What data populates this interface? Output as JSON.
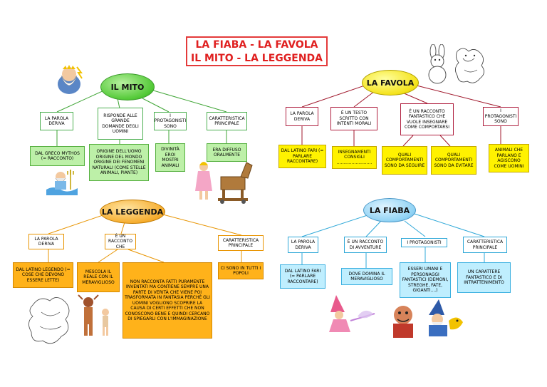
{
  "title": {
    "line1": "LA FIABA - LA FAVOLA",
    "line2": "IL MITO - LA LEGGENDA"
  },
  "mito": {
    "header": "IL MITO",
    "col1_label": "LA PAROLA DERIVA",
    "col1_value": "DAL GRECO MYTHOS (= RACCONTO)",
    "col2_label": "RISPONDE ALLE GRANDE DOMANDE DEGLI UOMINI",
    "col2_value": "ORIGINE DELL'UOMO ORIGINE DEL MONDO ORIGINE DEI FENOMENI NATURALI (COME STELLE ANIMALI, PIANTE)",
    "col3_label": "I PROTAGONISTI SONO",
    "col3_value": "DIVINITÀ EROI MOSTRI ANIMALI",
    "col4_label": "CARATTERISTICA PRINCIPALE",
    "col4_value": "ERA DIFFUSO ORALMENTE"
  },
  "favola": {
    "header": "LA FAVOLA",
    "col1_label": "LA PAROLA DERIVA",
    "col1_value": "DAL LATINO FARI (= PARLARE RACCONTARE)",
    "col2_label": "È UN TESTO SCRITTO CON INTENTI MORALI",
    "col2_value": "INSEGNAMENTI CONSIGLI ..........................",
    "col3_label": "È UN RACCONTO FANTASTICO CHE VUOLE INSEGNARE COME COMPORTARSI",
    "col3_value_a": "QUALI COMPORTAMENTI SONO DA SEGUIRE",
    "col3_value_b": "QUALI COMPORTAMENTI SONO DA EVITARE",
    "col4_label": "I PROTAGONISTI SONO",
    "col4_value": "ANIMALI CHE PARLANO E AGISCONO COME UOMINI"
  },
  "leggenda": {
    "header": "LA LEGGENDA",
    "col1_label": "LA PAROLA DERIVA",
    "col1_value": "DAL LATINO LEGENDO (= COSE CHE DEVONO ESSERE LETTE)",
    "col2_label": "È UN RACCONTO CHE",
    "col2_value_a": "MESCOLA IL REALE CON IL MERAVIGLIOSO",
    "col2_value_b": "NON RACCONTA FATTI PURAMENTE INVENTATI MA CONTIENE SEMPRE UNA PARTE DI VERITÀ CHE VIENE POI TRASFORMATA IN FANTASIA PERCHÉ GLI UOMINI VOGLIONO SCOPRIRE LA CAUSA DI CERTI EFFETTI CHE NON CONOSCONO BENE E QUINDI CERCANO DI SPIEGARLI CON L'IMMAGINAZIONE",
    "col3_label": "CARATTERISTICA PRINCIPALE",
    "col3_value": "CI SONO IN TUTTI I POPOLI"
  },
  "fiaba": {
    "header": "LA FIABA",
    "col1_label": "LA PAROLA DERIVA",
    "col1_value": "DAL LATINO FARI (= PARLARE RACCONTARE)",
    "col2_label": "È UN RACCONTO DI AVVENTURE",
    "col2_value": "DOVE DOMINA IL MERAVIGLIOSO",
    "col3_label": "I PROTAGONISTI",
    "col3_value": "ESSERI UMANI E PERSONAGGI FANTASTICI (DEMONI, STREGHE, FATE, GIGANTI....)",
    "col4_label": "CARATTERISTICA PRINCIPALE",
    "col4_value": "UN CARATTERE FANTASTICO E DI INTRATTENIMENTO"
  },
  "colors": {
    "title_red": "#e02020",
    "mito_green": "#52c936",
    "favola_yellow": "#f4e21a",
    "leggenda_orange": "#f6ad2e",
    "fiaba_blue": "#8fd2f4"
  }
}
